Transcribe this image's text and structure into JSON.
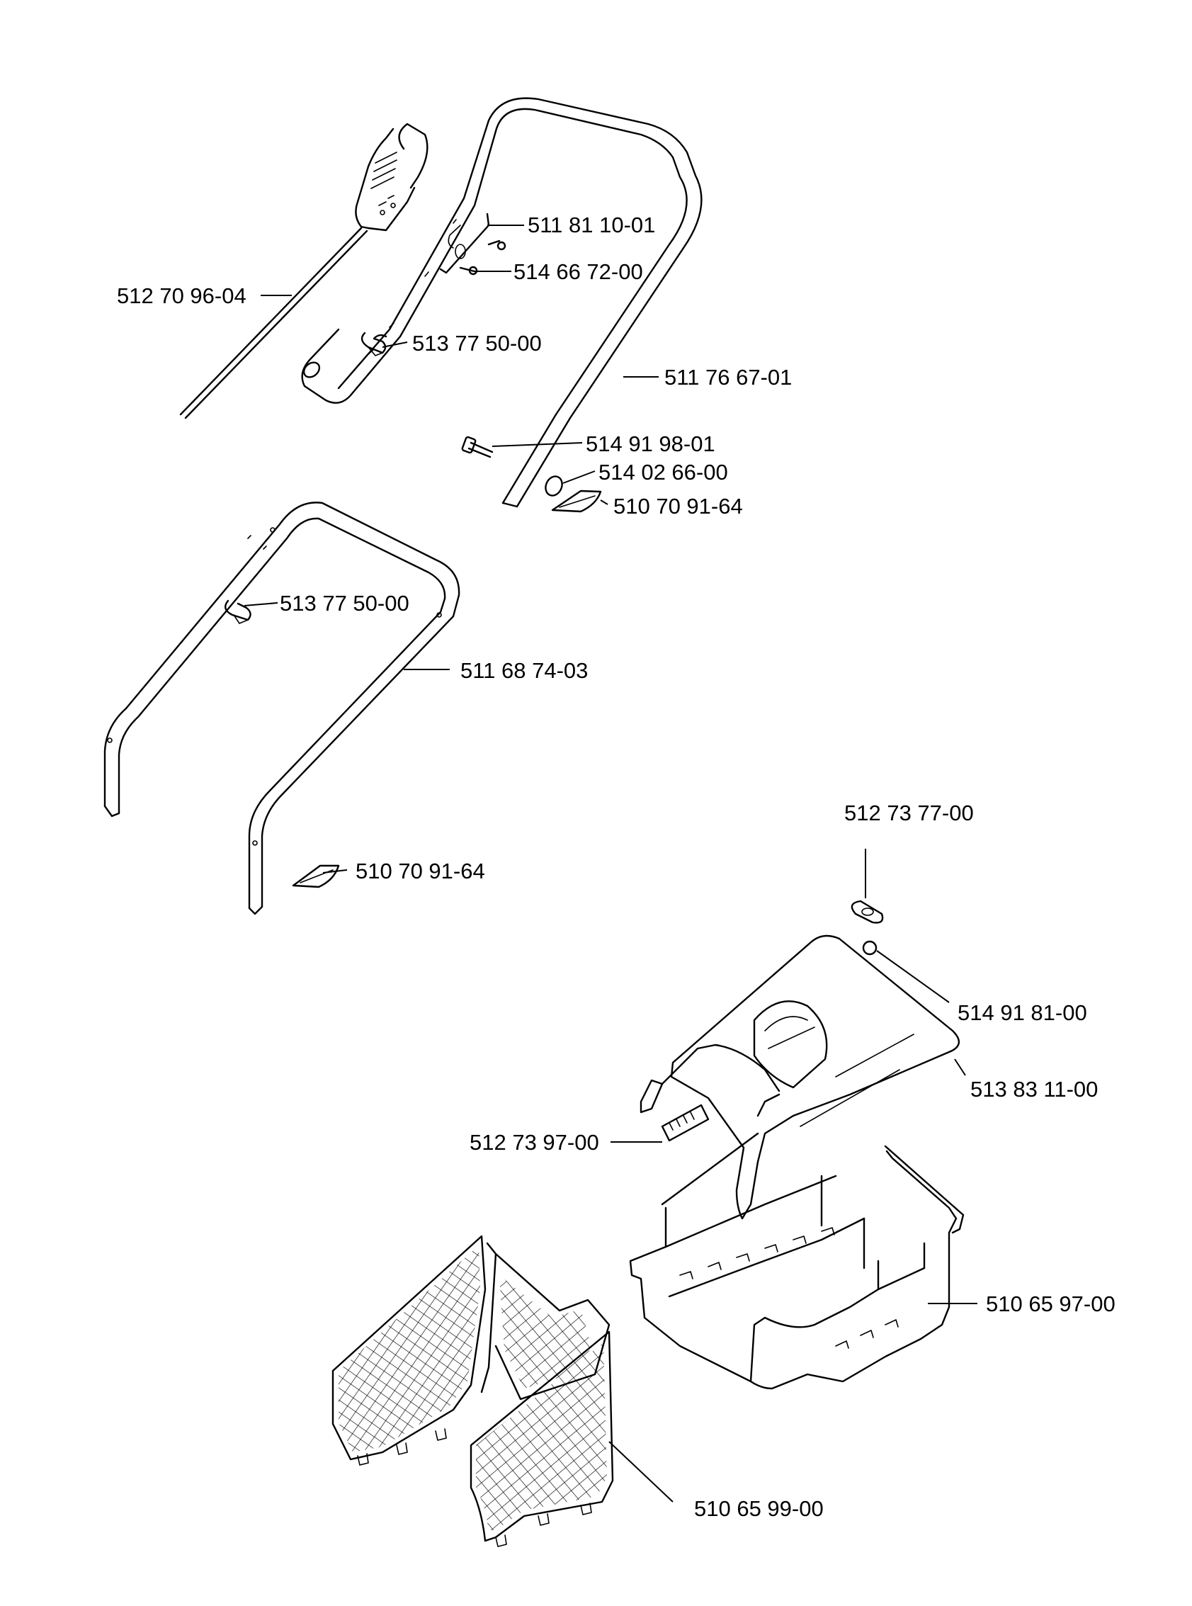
{
  "parts": [
    {
      "id": "p1",
      "number": "511 81 10-01"
    },
    {
      "id": "p2",
      "number": "514 66 72-00"
    },
    {
      "id": "p3",
      "number": "512 70 96-04"
    },
    {
      "id": "p4",
      "number": "513 77 50-00"
    },
    {
      "id": "p5",
      "number": "511 76 67-01"
    },
    {
      "id": "p6",
      "number": "514 91 98-01"
    },
    {
      "id": "p7",
      "number": "514 02 66-00"
    },
    {
      "id": "p8",
      "number": "510 70 91-64"
    },
    {
      "id": "p9",
      "number": "513 77 50-00"
    },
    {
      "id": "p10",
      "number": "511 68 74-03"
    },
    {
      "id": "p11",
      "number": "510 70 91-64"
    },
    {
      "id": "p12",
      "number": "512 73 77-00"
    },
    {
      "id": "p13",
      "number": "514 91 81-00"
    },
    {
      "id": "p14",
      "number": "513 83 11-00"
    },
    {
      "id": "p15",
      "number": "512 73 97-00"
    },
    {
      "id": "p16",
      "number": "510 65 97-00"
    },
    {
      "id": "p17",
      "number": "510 65 99-00"
    }
  ]
}
